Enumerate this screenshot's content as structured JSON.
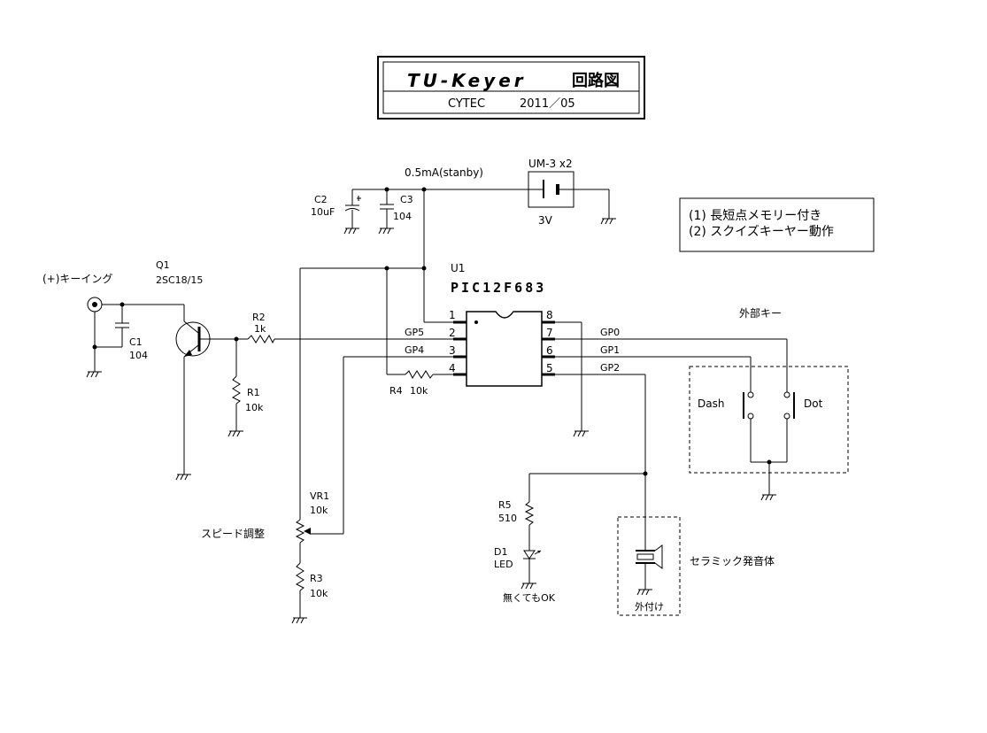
{
  "title": {
    "main": "TU-Keyer",
    "sub_jp": "回路図",
    "credit": "CYTEC",
    "date": "2011／05"
  },
  "power": {
    "current": "0.5mA(stanby)",
    "battery": "UM-3 x2",
    "voltage": "3V"
  },
  "notes": [
    "(1)  長短点メモリー付き",
    "(2)  スクイズキーヤー動作"
  ],
  "chip": {
    "ref": "U1",
    "part": "PIC12F683",
    "pins": [
      "1",
      "2",
      "3",
      "4",
      "5",
      "6",
      "7",
      "8"
    ],
    "left_labels": [
      "GP5",
      "GP4"
    ],
    "right_labels": [
      "GP0",
      "GP1",
      "GP2"
    ]
  },
  "components": {
    "c2": {
      "ref": "C2",
      "value": "10uF"
    },
    "c3": {
      "ref": "C3",
      "value": "104"
    },
    "c1": {
      "ref": "C1",
      "value": "104"
    },
    "q1": {
      "ref": "Q1",
      "value": "2SC18/15"
    },
    "r1": {
      "ref": "R1",
      "value": "10k"
    },
    "r2": {
      "ref": "R2",
      "value": "1k"
    },
    "r3": {
      "ref": "R3",
      "value": "10k"
    },
    "r4": {
      "ref": "R4",
      "value": "10k"
    },
    "r5": {
      "ref": "R5",
      "value": "510"
    },
    "vr1": {
      "ref": "VR1",
      "value": "10k"
    },
    "d1": {
      "ref": "D1",
      "value": "LED"
    }
  },
  "labels": {
    "keying": "(+)キーイング",
    "speed": "スピード調整",
    "ext_key": "外部キー",
    "dash": "Dash",
    "dot": "Dot",
    "led_optional": "無くてもOK",
    "buzzer": "セラミック発音体",
    "external": "外付け"
  }
}
